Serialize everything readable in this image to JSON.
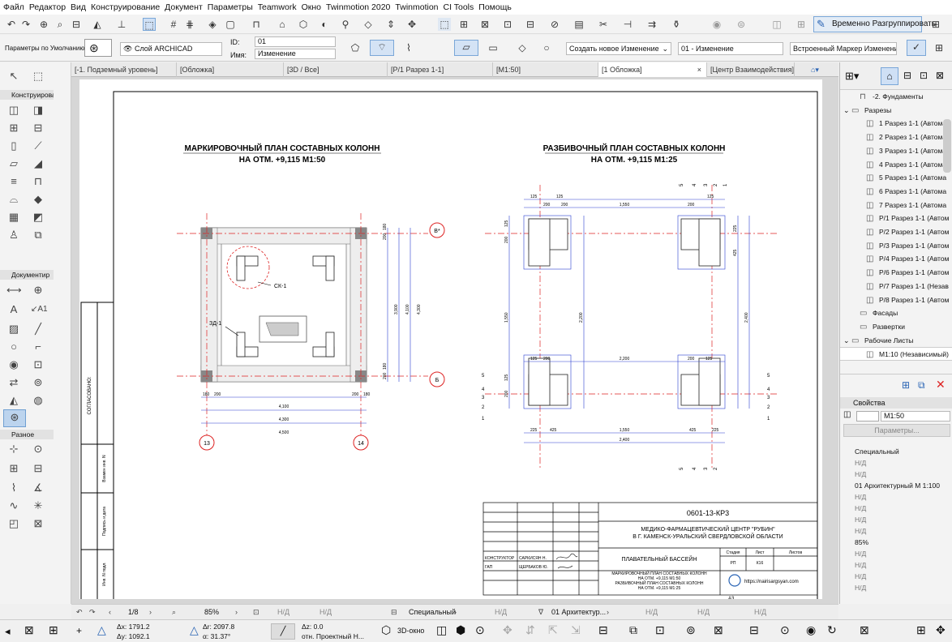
{
  "menu": [
    "Файл",
    "Редактор",
    "Вид",
    "Конструирование",
    "Документ",
    "Параметры",
    "Teamwork",
    "Окно",
    "Twinmotion 2020",
    "Twinmotion",
    "CI Tools",
    "Помощь"
  ],
  "toolbar": {
    "ungroup_label": "Временно Разгруппировать"
  },
  "infobox": {
    "defaults_label": "Параметры по Умолчанию",
    "layer_label": "Слой ARCHICAD",
    "id_label": "ID:",
    "id_value": "01",
    "name_label": "Имя:",
    "name_value": "Изменение",
    "change_select": "Создать новое Изменение",
    "change_value": "01 - Изменение",
    "marker_label": "Встроенный Маркер Изменения"
  },
  "tabs": [
    "[-1. Подземный уровень]",
    "[Обложка]",
    "[3D / Все]",
    "[Р/1 Разрез 1-1]",
    "[М1:50]",
    "[1 Обложка]",
    "[Центр Взаимодействия]"
  ],
  "left_sections": {
    "design": "Конструирова",
    "document": "Документир",
    "misc": "Разное"
  },
  "navigator": {
    "items": [
      {
        "label": "-2. Фундаменты",
        "indent": 24,
        "icon": "floor"
      },
      {
        "label": "Разрезы",
        "indent": 14,
        "icon": "folder",
        "arrow": "down"
      },
      {
        "label": "1 Разрез 1-1 (Автома",
        "indent": 32,
        "icon": "view"
      },
      {
        "label": "2 Разрез 1-1 (Автома",
        "indent": 32,
        "icon": "view"
      },
      {
        "label": "3 Разрез 1-1 (Автома",
        "indent": 32,
        "icon": "view"
      },
      {
        "label": "4 Разрез 1-1 (Автома",
        "indent": 32,
        "icon": "view"
      },
      {
        "label": "5 Разрез 1-1 (Автома",
        "indent": 32,
        "icon": "view"
      },
      {
        "label": "6 Разрез 1-1 (Автома",
        "indent": 32,
        "icon": "view"
      },
      {
        "label": "7 Разрез 1-1 (Автома",
        "indent": 32,
        "icon": "view"
      },
      {
        "label": "Р/1 Разрез 1-1 (Автом",
        "indent": 32,
        "icon": "view"
      },
      {
        "label": "Р/2 Разрез 1-1 (Автом",
        "indent": 32,
        "icon": "view"
      },
      {
        "label": "Р/3 Разрез 1-1 (Автом",
        "indent": 32,
        "icon": "view"
      },
      {
        "label": "Р/4 Разрез 1-1 (Автом",
        "indent": 32,
        "icon": "view"
      },
      {
        "label": "Р/6 Разрез 1-1 (Автом",
        "indent": 32,
        "icon": "view"
      },
      {
        "label": "Р/7 Разрез 1-1 (Незав",
        "indent": 32,
        "icon": "view"
      },
      {
        "label": "Р/8 Разрез 1-1 (Автом",
        "indent": 32,
        "icon": "view"
      },
      {
        "label": "Фасады",
        "indent": 24,
        "icon": "folder"
      },
      {
        "label": "Развертки",
        "indent": 24,
        "icon": "folder"
      },
      {
        "label": "Рабочие Листы",
        "indent": 14,
        "icon": "folder",
        "arrow": "down"
      },
      {
        "label": "М1:10 (Независимый)",
        "indent": 32,
        "icon": "view",
        "selected": true
      }
    ]
  },
  "properties": {
    "header": "Свойства",
    "field_value": "М1:50",
    "params_button": "Параметры...",
    "special": "Специальный",
    "nd": "Н/Д",
    "layer_combo": "01 Архитектурный М 1:100",
    "zoom": "85%"
  },
  "statusbar": {
    "page": "1/8",
    "zoom": "85%",
    "nd": "Н/Д",
    "special": "Специальный",
    "layer_combo": "01 Архитектур...",
    "view3d": "3D-окно"
  },
  "coords": {
    "dx": "Δx: 1791.2",
    "dy": "Δy: 1092.1",
    "dr": "Δr: 2097.8",
    "da": "α: 31.37°",
    "dz": "Δz: 0.0",
    "ref": "отн. Проектный Н..."
  },
  "drawing": {
    "left_title1": "МАРКИРОВОЧНЫЙ ПЛАН СОСТАВНЫХ КОЛОНН",
    "left_title2": "НА ОТМ.  +9,115   М1:50",
    "right_title1": "РАЗБИВОЧНЫЙ ПЛАН СОСТАВНЫХ КОЛОНН",
    "right_title2": "НА ОТМ.  +9,115   М1:25",
    "axis_b1": "В*",
    "axis_b2": "Б",
    "axis_13": "13",
    "axis_14": "14",
    "ck1": "СК-1",
    "zd1": "ЗД-1",
    "side_agreed": "СОГЛАСОВАНО:",
    "side_inv": "Взамен инв. N",
    "side_sign": "Подпись и дата",
    "side_inv2": "Инв. N подл.",
    "code": "0601-13-КР3",
    "org1": "МЕДИКО-ФАРМАЦЕВТИЧЕСКИЙ ЦЕНТР \"РУБИН\"",
    "org2": "В Г. КАМЕНСК-УРАЛЬСКИЙ СВЕРДЛОВСКОЙ ОБЛАСТИ",
    "object": "ПЛАВАТЕЛЬНЫЙ БАССЕЙН",
    "sheet1": "МАРКИРОВОЧНЫЙ ПЛАН СОСТАВНЫХ КОЛОНН",
    "sheet2": "НА ОТМ.  +9,115   М1:50",
    "sheet3": "РАЗБИВОЧНЫЙ ПЛАН СОСТАВНЫХ КОЛОНН",
    "sheet4": "НА ОТМ. +9,115   М1:25",
    "stage_h": "Стадия",
    "sheet_h": "Лист",
    "sheets_h": "Листов",
    "stage": "РП",
    "sheet": "К16",
    "role1": "КОНСТРУКТОР",
    "name1": "САРКИСЯН Н.",
    "role2": "ГАП",
    "name2": "ЩЕРБАКОВ Ю.",
    "site": "https://nairisargsyan.com",
    "format": "А3",
    "dims_left_h": [
      "180",
      "200",
      "4,100",
      "200",
      "180",
      "4,300",
      "4,500"
    ],
    "dims_left_v": [
      "200",
      "180",
      "3,900",
      "4,100",
      "4,300",
      "200",
      "180"
    ],
    "dims_right_top": [
      "125",
      "200",
      "125",
      "200",
      "1,550",
      "200",
      "125"
    ],
    "dims_right_mid": [
      "125",
      "200",
      "2,200",
      "200",
      "125"
    ],
    "dims_right_bot": [
      "225",
      "425",
      "1,550",
      "425",
      "225",
      "2,400"
    ],
    "dims_right_v": [
      "125",
      "200",
      "1,550",
      "2,200",
      "125",
      "200",
      "425",
      "225",
      "2,400"
    ],
    "section_marks": [
      "5",
      "4",
      "3",
      "2",
      "1"
    ]
  }
}
